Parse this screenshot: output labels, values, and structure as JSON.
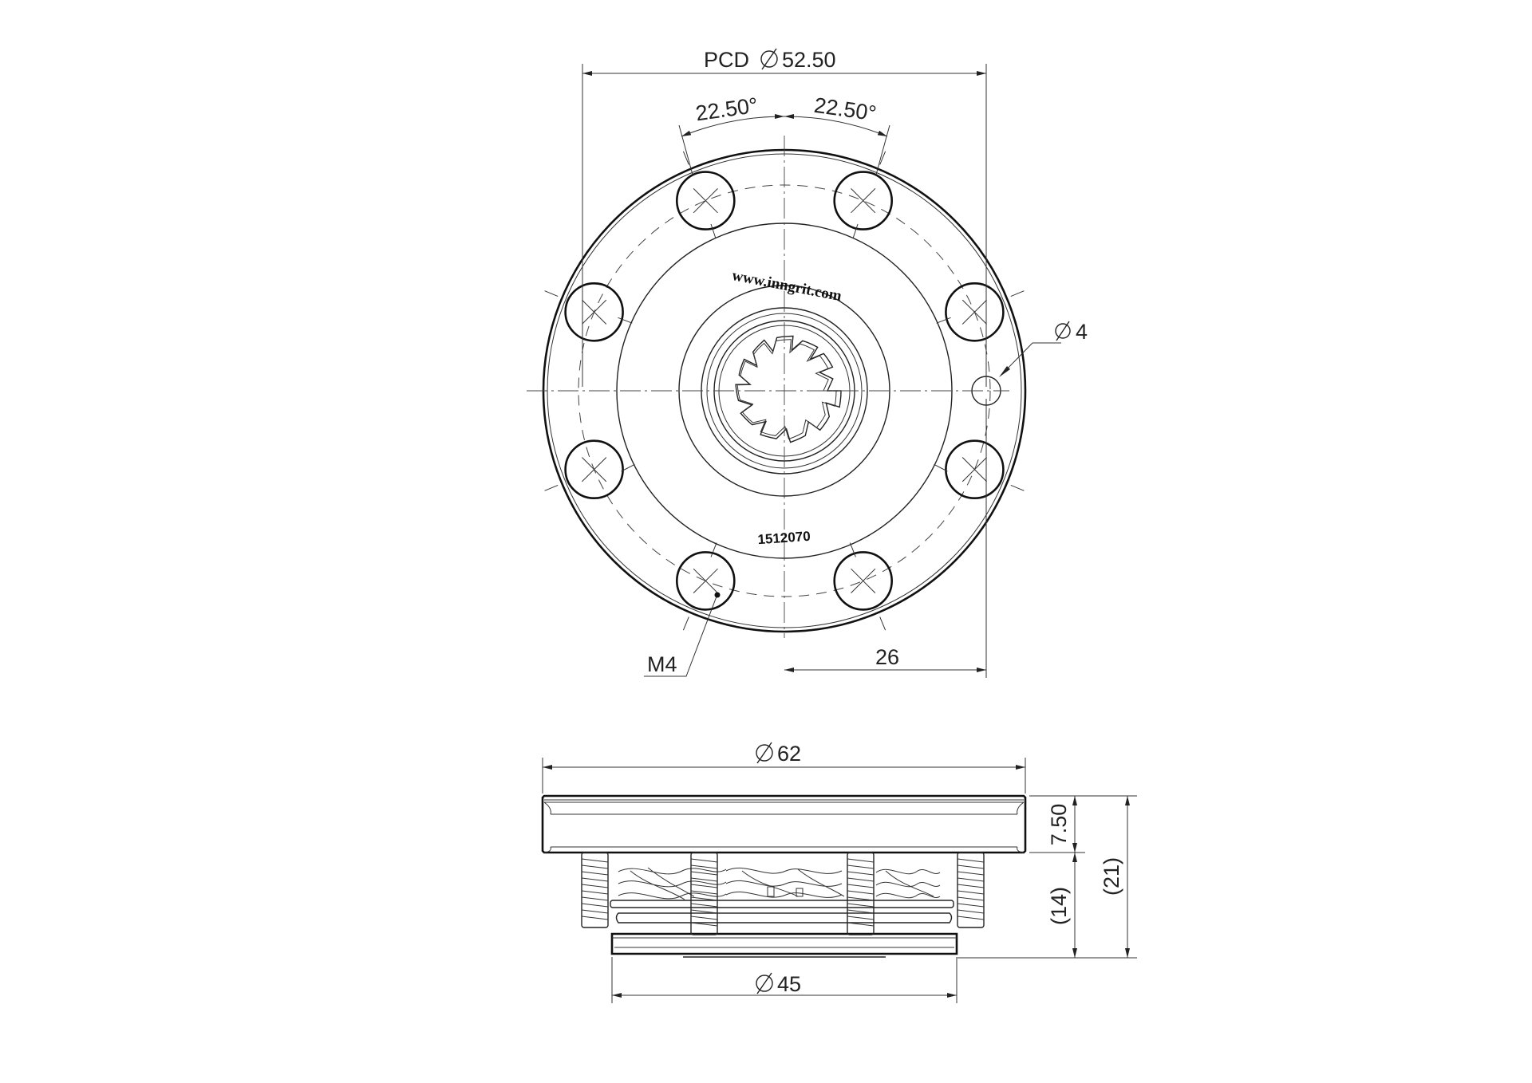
{
  "drawing": {
    "website": "www.inngrit.com",
    "part_number": "1512070",
    "dimensions": {
      "pcd": "PCD",
      "pcd_value": "52.50",
      "angle_left": "22.50°",
      "angle_right": "22.50°",
      "hole_dia": "4",
      "thread": "M4",
      "offset": "26",
      "outer_dia": "62",
      "base_dia": "45",
      "flange_height": "7.50",
      "body_height": "(14)",
      "total_height": "(21)"
    }
  }
}
